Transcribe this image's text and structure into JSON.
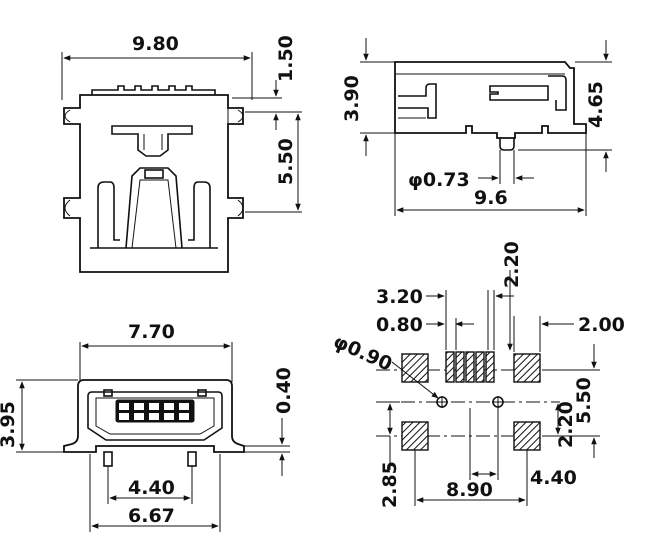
{
  "top_view": {
    "width_label": "9.80",
    "top_offset_label": "1.50",
    "tab_spacing_label": "5.50"
  },
  "side_view": {
    "height_label": "3.90",
    "total_height_label": "4.65",
    "peg_diameter_label": "φ0.73",
    "length_label": "9.6"
  },
  "front_view": {
    "opening_width_label": "7.70",
    "height_label": "3.95",
    "offset_label": "0.40",
    "pin_span_label": "4.40",
    "body_width_label": "6.67"
  },
  "footprint": {
    "pad_span_label": "3.20",
    "pitch_label": "0.80",
    "pad_width_label": "2.20",
    "side_pad_label": "2.00",
    "hole_diameter_label": "φ0.90",
    "vertical_span_label": "5.50",
    "hole_offset_label": "2.20",
    "bottom_pad_label": "2.85",
    "hole_spacing_label": "4.40",
    "outer_span_label": "8.90"
  }
}
